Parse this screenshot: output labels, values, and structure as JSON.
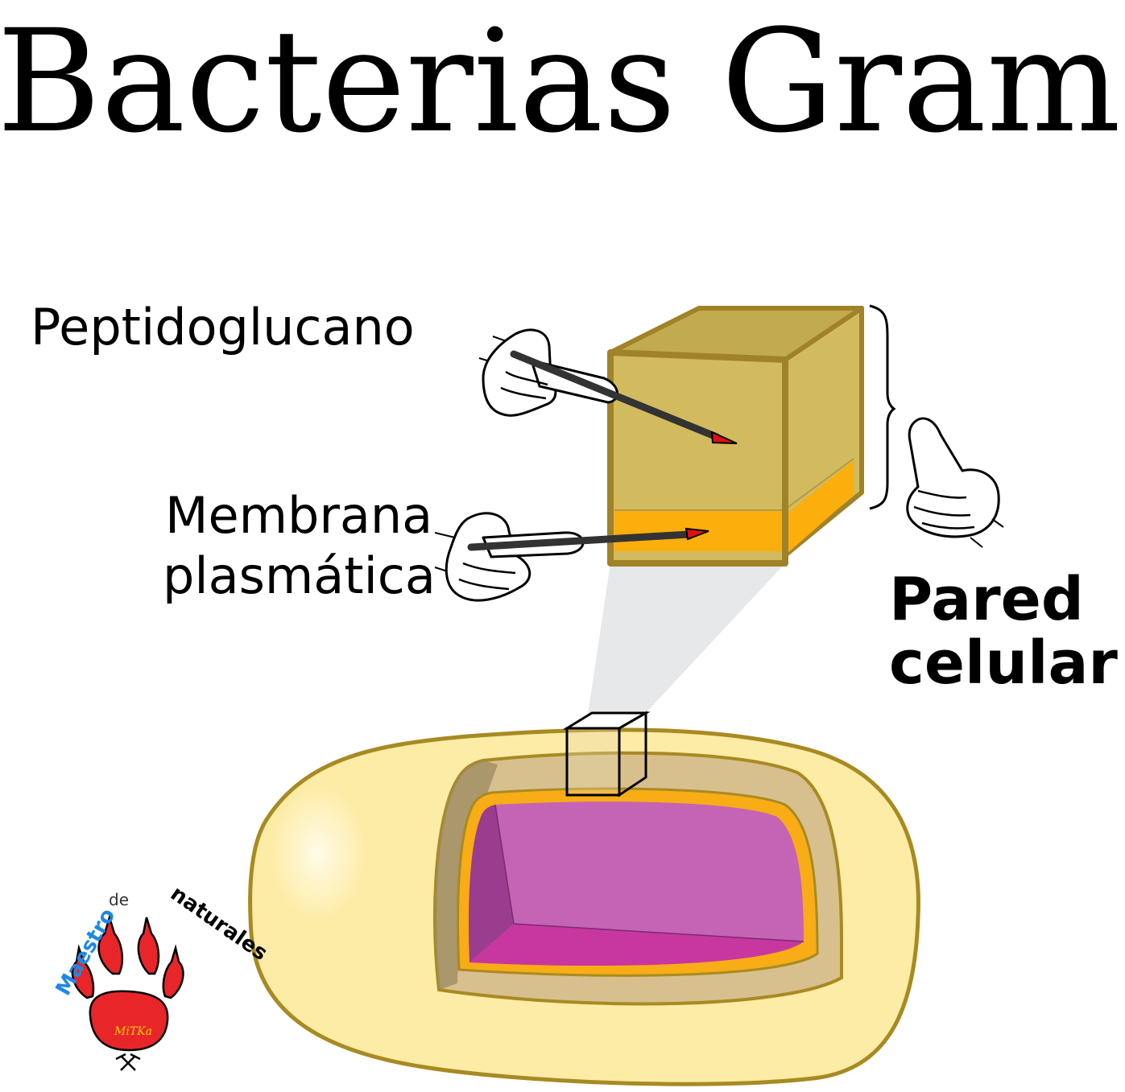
{
  "title": "Bacterias Gram +",
  "labels": {
    "peptidoglycan": "Peptidoglucano",
    "membrane_line1": "Membrana",
    "membrane_line2": "plasmática",
    "wall_line1": "Pared",
    "wall_line2": "celular"
  },
  "logo": {
    "text_maestro": "Maestro",
    "text_de": "de",
    "text_naturales": "naturales",
    "signature": "MiTKa",
    "colors": {
      "paw": "#e8262a",
      "blue": "#1e88e5",
      "grey": "#9e9e9e"
    }
  },
  "colors": {
    "cell_fill": "#fdeca6",
    "cell_stroke": "#a88a22",
    "peptidoglycan": "#d4bc62",
    "membrane": "#fcae0c",
    "cytoplasm": "#c564b4",
    "arrow_tip": "#e01010"
  }
}
